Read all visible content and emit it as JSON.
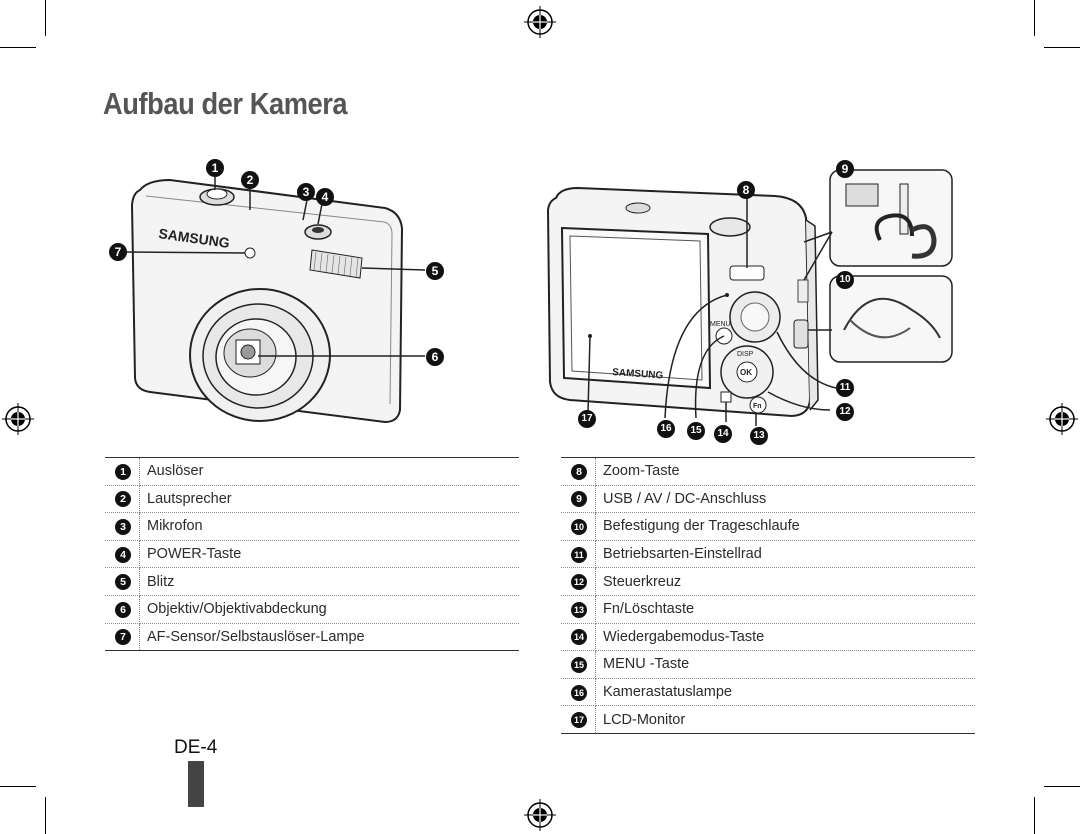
{
  "page": {
    "title": "Aufbau der Kamera",
    "page_number": "DE-4"
  },
  "front_view": {
    "brand": "SAMSUNG",
    "callouts": [
      "1",
      "2",
      "3",
      "4",
      "5",
      "6",
      "7"
    ]
  },
  "back_view": {
    "brand": "SAMSUNG",
    "button_labels": {
      "menu": "MENU",
      "disp": "DISP",
      "ok": "OK",
      "fn": "Fn"
    },
    "callouts": [
      "8",
      "9",
      "10",
      "11",
      "12",
      "13",
      "14",
      "15",
      "16",
      "17"
    ]
  },
  "left_table": {
    "rows": [
      {
        "num": "1",
        "label": "Auslöser"
      },
      {
        "num": "2",
        "label": "Lautsprecher"
      },
      {
        "num": "3",
        "label": "Mikrofon"
      },
      {
        "num": "4",
        "label": "POWER-Taste"
      },
      {
        "num": "5",
        "label": "Blitz"
      },
      {
        "num": "6",
        "label": "Objektiv/Objektivabdeckung"
      },
      {
        "num": "7",
        "label": "AF-Sensor/Selbstauslöser-Lampe"
      }
    ]
  },
  "right_table": {
    "rows": [
      {
        "num": "8",
        "label": "Zoom-Taste"
      },
      {
        "num": "9",
        "label": "USB / AV / DC-Anschluss"
      },
      {
        "num": "10",
        "label": "Befestigung der Trageschlaufe"
      },
      {
        "num": "11",
        "label": "Betriebsarten-Einstellrad"
      },
      {
        "num": "12",
        "label": "Steuerkreuz"
      },
      {
        "num": "13",
        "label": "Fn/Löschtaste"
      },
      {
        "num": "14",
        "label": "Wiedergabemodus-Taste"
      },
      {
        "num": "15",
        "label": "MENU -Taste"
      },
      {
        "num": "16",
        "label": "Kamerastatuslampe"
      },
      {
        "num": "17",
        "label": "LCD-Monitor"
      }
    ]
  },
  "colors": {
    "title": "#555555",
    "text": "#2b2b2b",
    "callout": "#111111"
  }
}
